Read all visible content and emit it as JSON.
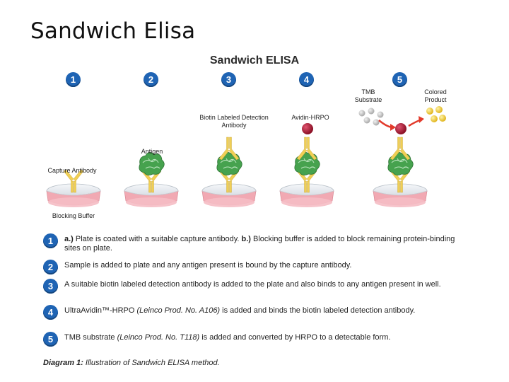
{
  "slide_title": "Sandwich Elisa",
  "diagram_title": "Sandwich ELISA",
  "steps": [
    {
      "num": "1",
      "labels": {
        "top": "",
        "mid": "Capture Antibody",
        "bottom": "Blocking Buffer"
      }
    },
    {
      "num": "2",
      "labels": {
        "top": "",
        "mid": "Antigen",
        "bottom": ""
      }
    },
    {
      "num": "3",
      "labels": {
        "top": "Biotin Labeled Detection Antibody",
        "mid": "",
        "bottom": ""
      }
    },
    {
      "num": "4",
      "labels": {
        "top": "Avidin-HRPO",
        "mid": "",
        "bottom": ""
      }
    },
    {
      "num": "5",
      "labels": {
        "top": "TMB Substrate",
        "mid": "Colored Product",
        "bottom": ""
      }
    }
  ],
  "descriptions": [
    {
      "num": "1",
      "a": "a.)",
      "text1": " Plate is coated with a suitable capture antibody. ",
      "b": "b.)",
      "text2": " Blocking buffer is added to block remaining protein-binding sites on plate."
    },
    {
      "num": "2",
      "text": "Sample is added to plate and any antigen present is bound by the capture antibody."
    },
    {
      "num": "3",
      "text": "A suitable biotin labeled detection antibody is added to the plate and also binds to any antigen present in well."
    },
    {
      "num": "4",
      "pre": "UltraAvidin™-HRPO ",
      "italic": "(Leinco Prod. No. A106)",
      "post": " is added and binds the biotin labeled detection antibody."
    },
    {
      "num": "5",
      "pre": "TMB substrate ",
      "italic": "(Leinco Prod. No. T118)",
      "post": " is added and converted by HRPO to a detectable form."
    }
  ],
  "caption": {
    "bold": "Diagram 1:",
    "text": " Illustration of Sandwich ELISA method."
  },
  "colors": {
    "step_circle": "#1f64b4",
    "antibody": "#f0cf55",
    "antigen": "#3f9a47",
    "hrpo": "#a5172f",
    "well_liquid": "#f1a9b3",
    "substrate": "#c8c8c8",
    "product": "#f2d23b",
    "arrow": "#e23a2b"
  }
}
